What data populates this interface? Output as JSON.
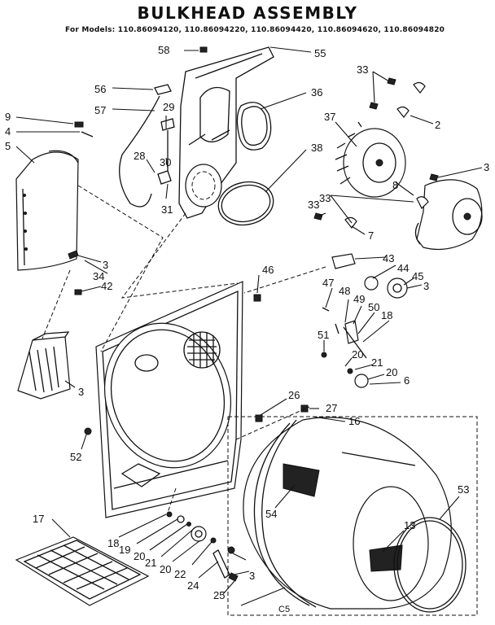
{
  "title": "BULKHEAD ASSEMBLY",
  "models": "For Models: 110.86094120, 110.86094220, 110.86094420, 110.86094620, 110.86094820",
  "footer_code": "C5",
  "callouts": [
    "58",
    "55",
    "33",
    "56",
    "29",
    "36",
    "57",
    "9",
    "4",
    "5",
    "2",
    "37",
    "28",
    "30",
    "38",
    "3",
    "31",
    "33",
    "8",
    "7",
    "33",
    "34",
    "3",
    "42",
    "43",
    "44",
    "45",
    "3",
    "46",
    "47",
    "48",
    "49",
    "50",
    "18",
    "51",
    "20",
    "21",
    "20",
    "6",
    "3",
    "26",
    "27",
    "16",
    "52",
    "54",
    "53",
    "13",
    "17",
    "18",
    "19",
    "20",
    "21",
    "20",
    "22",
    "24",
    "3",
    "25"
  ]
}
